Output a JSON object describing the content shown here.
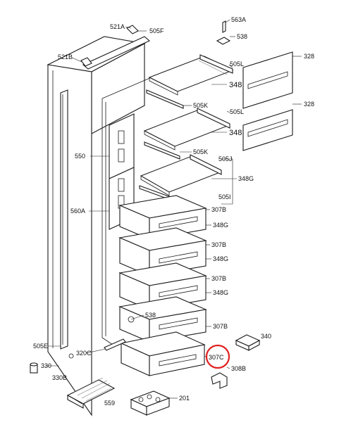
{
  "diagram": {
    "labels": {
      "l521A": "521A",
      "l505F": "505F",
      "l563A": "563A",
      "l538top": "538",
      "l521B": "521B",
      "l505L1": "505L",
      "l328a": "328",
      "l348a": "348",
      "l505K1": "505K",
      "l505L2": "505L",
      "l328b": "328",
      "l348b": "348",
      "l550": "550",
      "l505K2": "505K",
      "l505J": "505J",
      "l348G1": "348G",
      "l505I": "505I",
      "l560A": "560A",
      "l307B1": "307B",
      "l348G2": "348G",
      "l307B2": "307B",
      "l348G3": "348G",
      "l307B3": "307B",
      "l348G4": "348G",
      "l538mid": "538",
      "l307B4": "307B",
      "l340": "340",
      "l505E": "505E",
      "l320C": "320C",
      "l307C": "307C",
      "l308B": "308B",
      "l330": "330",
      "l330B": "330B",
      "l559": "559",
      "l201": "201"
    },
    "highlight": {
      "color": "#e02020",
      "target": "307C"
    },
    "line_color": "#1a1a1a"
  }
}
